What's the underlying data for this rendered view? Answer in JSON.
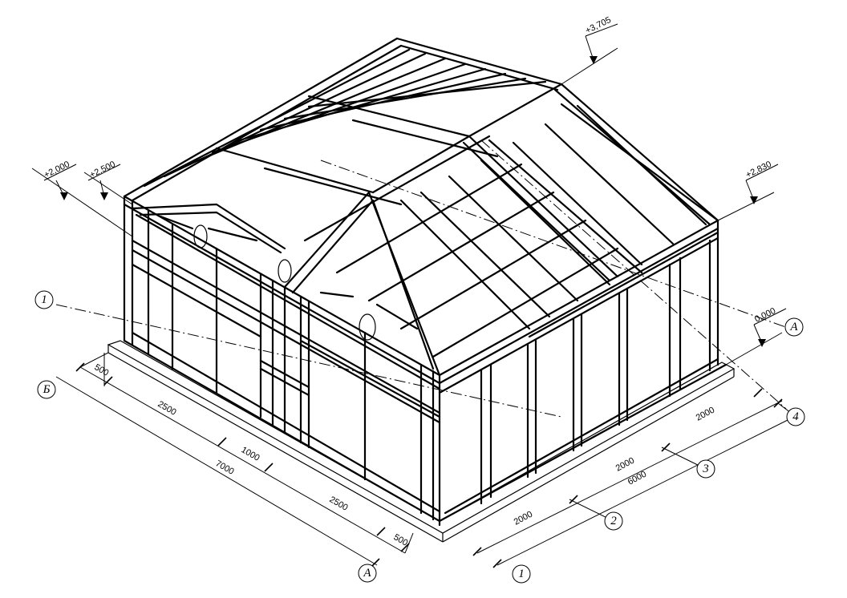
{
  "elevations": {
    "ridge": "+3,705",
    "eave_right": "+2,830",
    "level_a": "+2,000",
    "level_b": "+2,500",
    "ground": "0,000"
  },
  "dimensions_left": {
    "d1": "500",
    "d2": "2500",
    "d3": "1000",
    "d4": "2500",
    "d5": "500",
    "total": "7000"
  },
  "dimensions_right": {
    "d1": "2000",
    "d2": "2000",
    "d3": "2000",
    "total": "6000"
  },
  "axes": {
    "a_top": "А",
    "a_bottom": "А",
    "b_left": "Б",
    "n1_left": "1",
    "n1_bottom": "1",
    "n2": "2",
    "n3": "3",
    "n4": "4"
  }
}
